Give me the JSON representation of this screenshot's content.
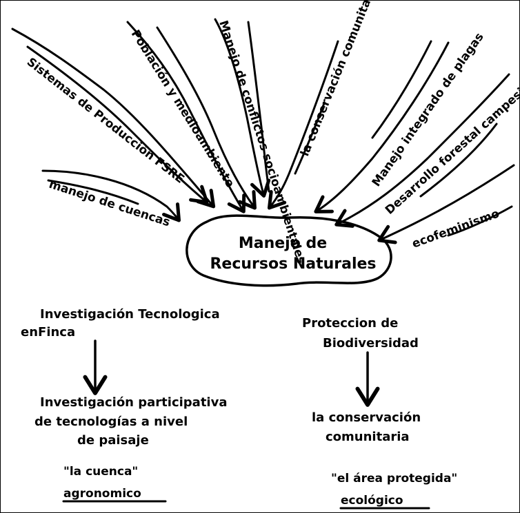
{
  "center": {
    "line1": "Manejo de",
    "line2": "Recursos Naturales"
  },
  "rays": [
    "Sistemas de Producción FSRE",
    "manejo de cuencas",
    "Población y medioambiente",
    "Manejo de conflictos socioambientales",
    "la conservación comunitaria",
    "Manejo integrado de plagas",
    "Desarrollo forestal campesino",
    "ecofeminismo"
  ],
  "left_flow": {
    "top_line1": "Investigación Tecnologica",
    "top_line2": "enFinca",
    "bottom_line1": "Investigación participativa",
    "bottom_line2": "de tecnologías a nivel",
    "bottom_line3": "de paisaje",
    "quote": "\"la cuenca\"",
    "label": "agronomico"
  },
  "right_flow": {
    "top_line1": "Proteccion de",
    "top_line2": "Biodiversidad",
    "bottom_line1": "la conservación",
    "bottom_line2": "comunitaria",
    "quote": "\"el área protegida\"",
    "label": "ecológico"
  }
}
